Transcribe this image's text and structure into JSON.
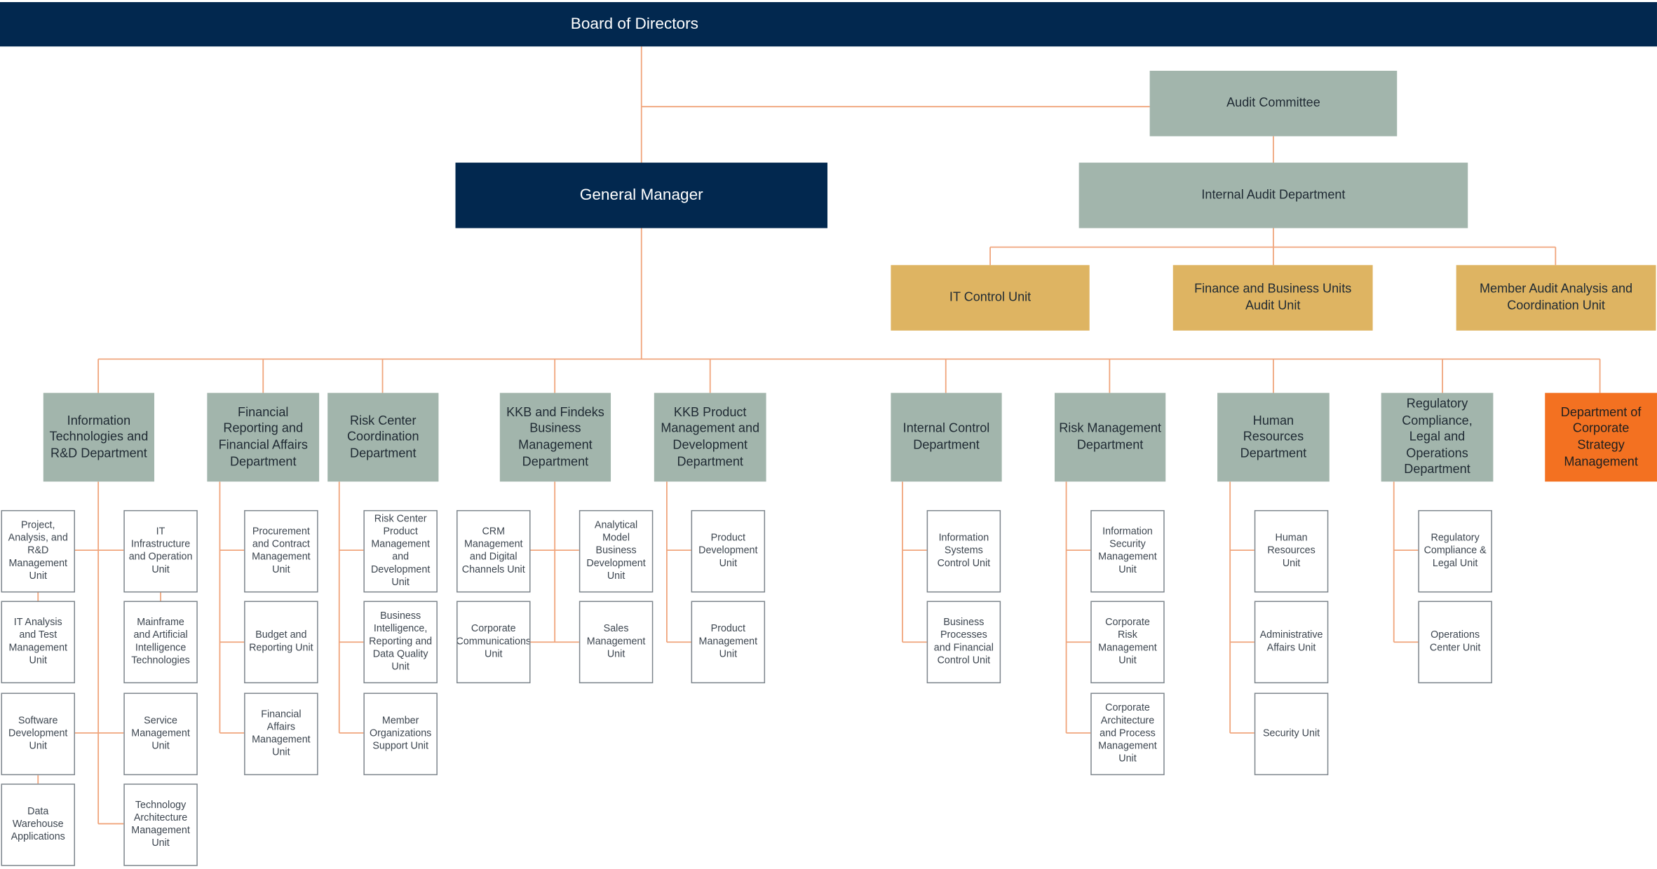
{
  "board": "Board of Directors",
  "audit_committee": "Audit Committee",
  "general_manager": "General Manager",
  "internal_audit": "Internal Audit Department",
  "audit_units": [
    "IT Control Unit",
    "Finance and Business Units Audit Unit",
    "Member Audit Analysis and Coordination Unit"
  ],
  "departments": [
    {
      "name": "Information Technologies and R&D Department",
      "units_left": [
        "Project, Analysis, and R&D Management Unit",
        "IT Analysis and Test Management Unit",
        "Software Development Unit",
        "Data Warehouse Applications"
      ],
      "units_right": [
        "IT Infrastructure and Operation Unit",
        "Mainframe and Artificial Intelligence Technologies",
        "Service Management Unit",
        "Technology Architecture Management Unit"
      ]
    },
    {
      "name": "Financial Reporting and Financial Affairs Department",
      "units": [
        "Procurement and Contract Management Unit",
        "Budget and Reporting Unit",
        "Financial Affairs Management Unit"
      ]
    },
    {
      "name": "Risk Center Coordination Department",
      "units": [
        "Risk Center Product Management and Development Unit",
        "Business Intelligence, Reporting and Data Quality Unit",
        "Member Organizations Support Unit"
      ]
    },
    {
      "name": "KKB and Findeks Business Management Department",
      "units_left": [
        "CRM Management and Digital Channels Unit",
        "Corporate Communications Unit"
      ],
      "units_right": [
        "Analytical Model Business Development Unit",
        "Sales Management Unit"
      ]
    },
    {
      "name": "KKB Product Management and Development Department",
      "units": [
        "Product Development Unit",
        "Product Management Unit"
      ]
    },
    {
      "name": "Internal Control Department",
      "units": [
        "Information Systems Control Unit",
        "Business Processes and Financial Control Unit"
      ]
    },
    {
      "name": "Risk Management Department",
      "units": [
        "Information Security Management Unit",
        "Corporate Risk Management Unit",
        "Corporate Architecture and Process Management Unit"
      ]
    },
    {
      "name": "Human Resources Department",
      "units": [
        "Human Resources Unit",
        "Administrative Affairs Unit",
        "Security Unit"
      ]
    },
    {
      "name": "Regulatory Compliance, Legal and Operations Department",
      "units": [
        "Regulatory Compliance & Legal Unit",
        "Operations Center Unit"
      ]
    },
    {
      "name": "Department of Corporate Strategy Management",
      "units": []
    }
  ],
  "colors": {
    "navy": "#02284f",
    "sage": "#a2b5ac",
    "gold": "#deb462",
    "orange": "#f37121",
    "connector": "#f0a57c"
  }
}
